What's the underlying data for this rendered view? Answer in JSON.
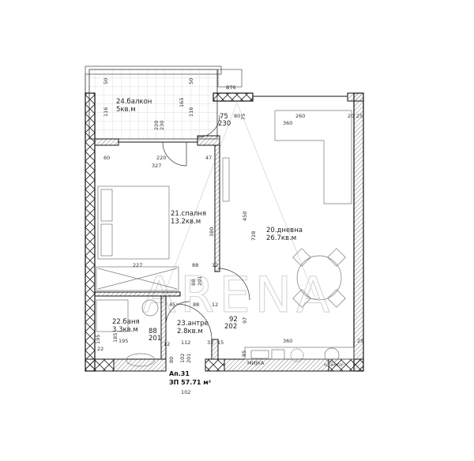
{
  "watermark": "ARENA",
  "rooms": {
    "balcony": {
      "name": "24.балкон",
      "area": "5кв.м"
    },
    "bedroom": {
      "name": "21.спалня",
      "area": "13.2кв.м"
    },
    "living": {
      "name": "20.дневна",
      "area": "26.7кв.м"
    },
    "bathroom": {
      "name": "22.баня",
      "area": "3.3кв.м"
    },
    "hall": {
      "name": "23.антре",
      "area": "2.8кв.м"
    }
  },
  "apartment": {
    "label": "Ап.31",
    "area": "ЗП 57.71 м²"
  },
  "marker": "ВТ6",
  "dims": {
    "b50a": "50",
    "b50b": "50",
    "b116a": "116",
    "b116b": "116",
    "b165": "165",
    "b220a": "220",
    "b230a": "230",
    "d75": "75",
    "d80": "80",
    "d230": "230",
    "d75b": "75",
    "d260": "260",
    "d20": "20",
    "d25": "25",
    "d360": "360",
    "d60": "60",
    "d220": "220",
    "d47": "47",
    "d327": "327",
    "d380": "380",
    "d450": "450",
    "d728": "728",
    "d227": "227",
    "d88a": "88",
    "d12a": "12",
    "d88b": "88",
    "d201a": "201",
    "d45": "45",
    "d88c": "88",
    "d12b": "12",
    "d92": "92",
    "d202": "202",
    "d97": "97",
    "d88d": "88",
    "d201b": "201",
    "d195a": "195",
    "d195b": "195",
    "d185": "185",
    "d22": "22",
    "d12c": "12",
    "d112": "112",
    "d33": "33",
    "d15": "15",
    "d360b": "360",
    "d25b": "25",
    "d85": "85",
    "d80b": "80",
    "d102": "102",
    "d201c": "201",
    "d102b": "102"
  },
  "appliances": {
    "sink": "МИЈКА",
    "cooktop": "АСПИРАТОР"
  }
}
